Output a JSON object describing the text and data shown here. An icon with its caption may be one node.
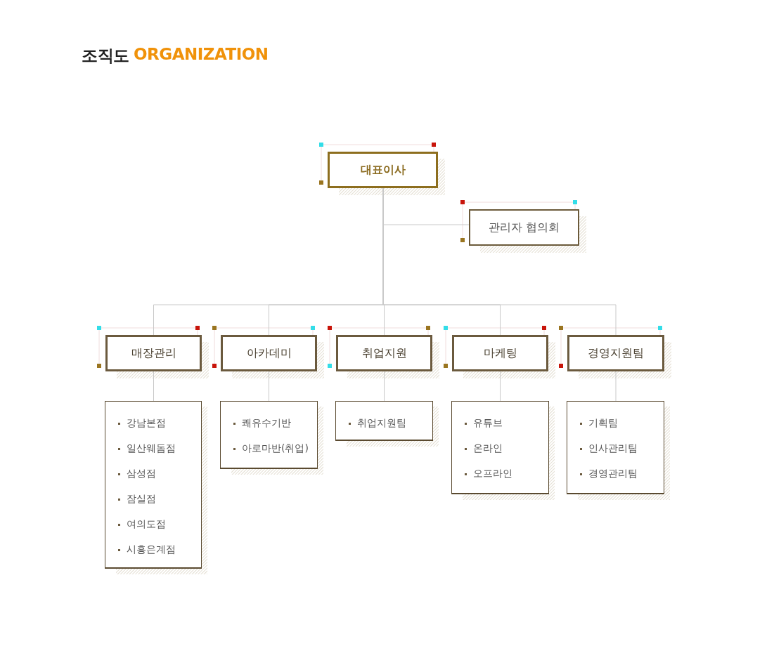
{
  "diagram": {
    "title": "조직도",
    "labels": [
      "ORGANIZATION"
    ],
    "nodes": [
      {
        "text": [
          "대표이사"
        ]
      },
      {
        "text": [
          "관리자 협의회"
        ]
      },
      {
        "text": [
          "매장관리"
        ]
      },
      {
        "text": [
          "아카데미"
        ]
      },
      {
        "text": [
          "취업지원"
        ]
      },
      {
        "text": [
          "마케팅"
        ]
      },
      {
        "text": [
          "경영지원팀"
        ]
      },
      {
        "text": [
          "강남본점",
          "일산웨돔점",
          "삼성점",
          "잠실점",
          "여의도점",
          "시흥은계점"
        ]
      },
      {
        "text": [
          "쾌유수기반",
          "아로마반(취업)"
        ]
      },
      {
        "text": [
          "취업지원팀"
        ]
      },
      {
        "text": [
          "유튜브",
          "온라인",
          "오프라인"
        ]
      },
      {
        "text": [
          "기획팀",
          "인사관리팀",
          "경영관리팀"
        ]
      }
    ],
    "edges": [
      {
        "from": 0,
        "to": 1,
        "arrow": "none"
      },
      {
        "from": 0,
        "to": 2,
        "arrow": "none"
      },
      {
        "from": 0,
        "to": 3,
        "arrow": "none"
      },
      {
        "from": 0,
        "to": 4,
        "arrow": "none"
      },
      {
        "from": 0,
        "to": 5,
        "arrow": "none"
      },
      {
        "from": 0,
        "to": 6,
        "arrow": "none"
      },
      {
        "from": 2,
        "to": 7,
        "arrow": "none"
      },
      {
        "from": 3,
        "to": 8,
        "arrow": "none"
      },
      {
        "from": 4,
        "to": 9,
        "arrow": "none"
      },
      {
        "from": 5,
        "to": 10,
        "arrow": "none"
      },
      {
        "from": 6,
        "to": 11,
        "arrow": "none"
      }
    ]
  }
}
